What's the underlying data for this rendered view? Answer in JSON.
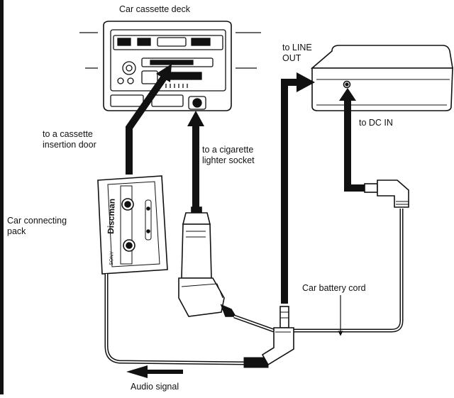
{
  "labels": {
    "car_cassette_deck": "Car cassette deck",
    "to_line_out": "to LINE\nOUT",
    "to_dc_in": "to DC IN",
    "to_cassette_door": "to a cassette\ninsertion door",
    "to_cigarette_socket": "to a cigarette\nlighter socket",
    "car_connecting_pack": "Car connecting\npack",
    "car_battery_cord": "Car battery cord",
    "audio_signal": "Audio signal"
  },
  "adapter_brand": "Discman",
  "adapter_maker": "SONY",
  "colors": {
    "ink": "#111111",
    "paper": "#ffffff",
    "shade": "#cfcfcf"
  }
}
